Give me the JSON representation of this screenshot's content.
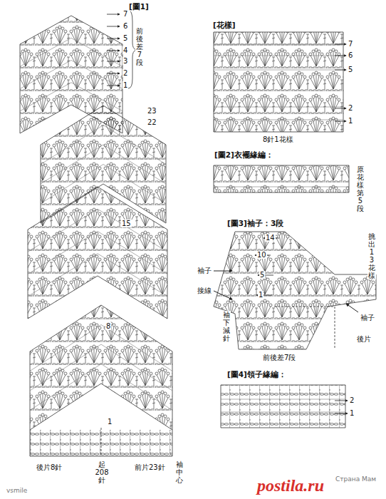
{
  "diagram": {
    "labels": [
      "[圖1]",
      "7",
      "6",
      "5",
      "4",
      "3",
      "2",
      "1",
      "前後差7段",
      "23",
      "22",
      "15",
      "8",
      "1",
      "後片8針",
      "起 208 針",
      "前片23針",
      "袖中心",
      "[花樣]",
      "7",
      "6",
      "5",
      "2",
      "1",
      "8針1花樣",
      "[圖2]衣襬緣編：",
      "原花樣第5段",
      "[圖3]袖子：3段",
      "14",
      "10",
      "5",
      "1",
      "袖子",
      "接線",
      "袖下減針",
      "挑出13花樣",
      "袖子",
      "後片",
      "前後差7段",
      "[圖4]領子緣編：",
      "2",
      "1",
      "vsmile",
      "Страна Мам",
      "postila.ru"
    ]
  }
}
